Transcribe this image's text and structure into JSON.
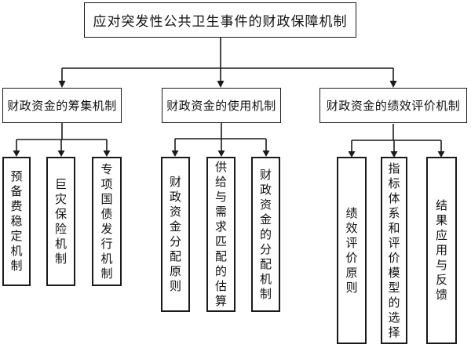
{
  "diagram": {
    "root": {
      "label": "应对突发性公共卫生事件的财政保障机制"
    },
    "branches": [
      {
        "label": "财政资金的筹集机制",
        "children": [
          "预备费稳定机制",
          "巨灾保险机制",
          "专项国债发行机制"
        ]
      },
      {
        "label": "财政资金的使用机制",
        "children": [
          "财政资金分配原则",
          "供给与需求匹配的估算",
          "财政资金的分配机制"
        ]
      },
      {
        "label": "财政资金的绩效评价机制",
        "children": [
          "绩效评价原则",
          "指标体系和评价模型的选择",
          "结果应用与反馈"
        ]
      }
    ],
    "colors": {
      "line": "#1a1a1a",
      "text": "#111111",
      "background": "#ffffff"
    }
  }
}
